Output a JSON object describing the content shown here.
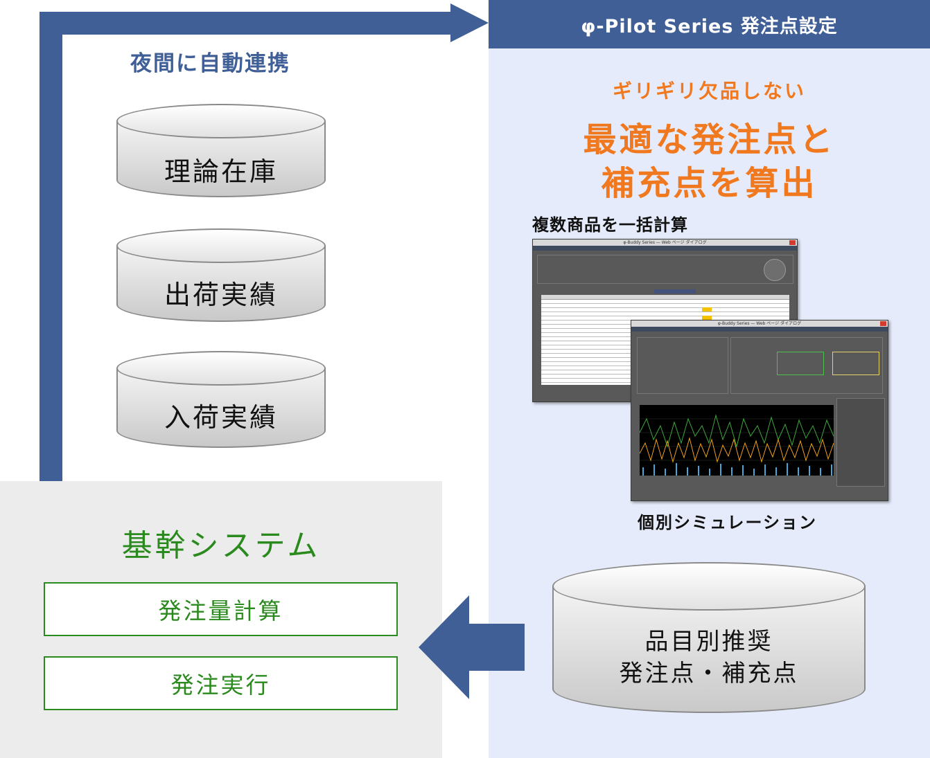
{
  "header": {
    "title": "φ-Pilot Series 発注点設定"
  },
  "night_sync": {
    "label": "夜間に自動連携"
  },
  "databases_left": [
    {
      "label": "理論在庫"
    },
    {
      "label": "出荷実績"
    },
    {
      "label": "入荷実績"
    }
  ],
  "core_system": {
    "title": "基幹システム",
    "boxes": [
      {
        "label": "発注量計算"
      },
      {
        "label": "発注実行"
      }
    ]
  },
  "right": {
    "tagline": "ギリギリ欠品しない",
    "headline_line1": "最適な発注点と",
    "headline_line2": "補充点を算出",
    "batch_label": "複数商品を一括計算",
    "sim_label": "個別シミュレーション",
    "result_db": {
      "line1": "品目別推奨",
      "line2": "発注点・補充点"
    }
  },
  "screens": {
    "list_window_title": "φ-Buddy Series — Web ページ ダイアログ",
    "sim_window_title": "φ-Buddy Series — Web ページ ダイアログ"
  },
  "colors": {
    "brand_blue": "#3f5f96",
    "accent_orange": "#f0781e",
    "core_green": "#2a8a1d",
    "panel_blue": "#e5ebfa"
  }
}
